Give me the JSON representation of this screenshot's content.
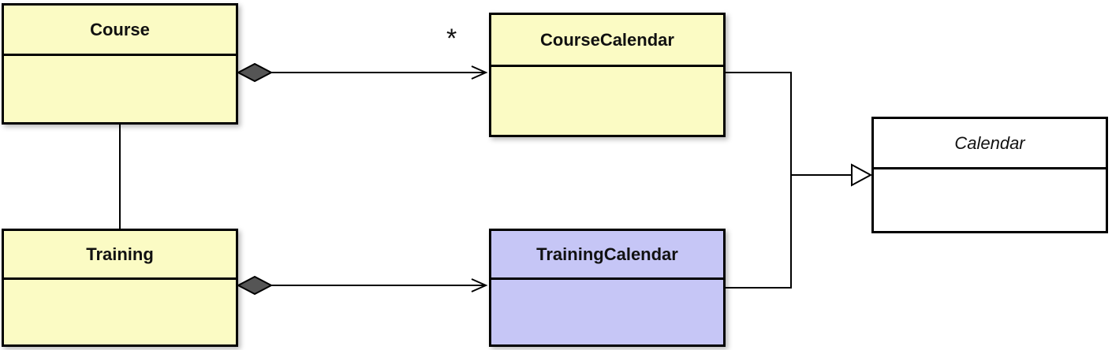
{
  "diagram": {
    "type": "uml-class-diagram",
    "classes": [
      {
        "id": "course",
        "name": "Course",
        "fill": "#fbfbc4",
        "abstract": false
      },
      {
        "id": "training",
        "name": "Training",
        "fill": "#fbfbc4",
        "abstract": false
      },
      {
        "id": "course-calendar",
        "name": "CourseCalendar",
        "fill": "#fbfbc4",
        "abstract": false
      },
      {
        "id": "training-calendar",
        "name": "TrainingCalendar",
        "fill": "#c6c6f6",
        "abstract": false
      },
      {
        "id": "calendar",
        "name": "Calendar",
        "fill": "#ffffff",
        "abstract": true
      }
    ],
    "relations": [
      {
        "from": "Course",
        "to": "CourseCalendar",
        "type": "composition",
        "multiplicity": "*"
      },
      {
        "from": "Training",
        "to": "TrainingCalendar",
        "type": "composition",
        "multiplicity": ""
      },
      {
        "from": "Course",
        "to": "Training",
        "type": "association",
        "multiplicity": ""
      },
      {
        "from": "CourseCalendar",
        "to": "Calendar",
        "type": "generalization",
        "multiplicity": ""
      },
      {
        "from": "TrainingCalendar",
        "to": "Calendar",
        "type": "generalization",
        "multiplicity": ""
      }
    ],
    "colors": {
      "class_fill_yellow": "#fbfbc4",
      "class_fill_lavender": "#c6c6f6",
      "class_fill_white": "#ffffff",
      "line_stroke": "#000000",
      "composition_diamond_fill": "#555555"
    }
  }
}
